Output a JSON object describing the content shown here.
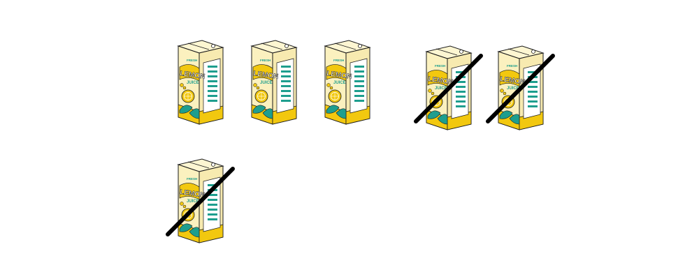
{
  "carton": {
    "brand_top": "FRESH",
    "product_line1": "LEMON",
    "product_line2": "JUICE"
  },
  "colors": {
    "carton_face": "#fbf1bf",
    "carton_top": "#fdf6d2",
    "carton_side": "#f7eab0",
    "outline": "#1a1a1a",
    "lemon": "#f2c80f",
    "lemon_dark": "#e6b400",
    "teal": "#1e9e8e",
    "panel": "#ffffff",
    "cross_out": "#000000"
  },
  "cartons": [
    {
      "crossed_out": false
    },
    {
      "crossed_out": false
    },
    {
      "crossed_out": false
    },
    {
      "crossed_out": true
    },
    {
      "crossed_out": true
    },
    {
      "crossed_out": true
    }
  ],
  "summary": {
    "total_cartons": 6,
    "crossed_out_cartons": 3,
    "remaining_cartons": 3
  }
}
